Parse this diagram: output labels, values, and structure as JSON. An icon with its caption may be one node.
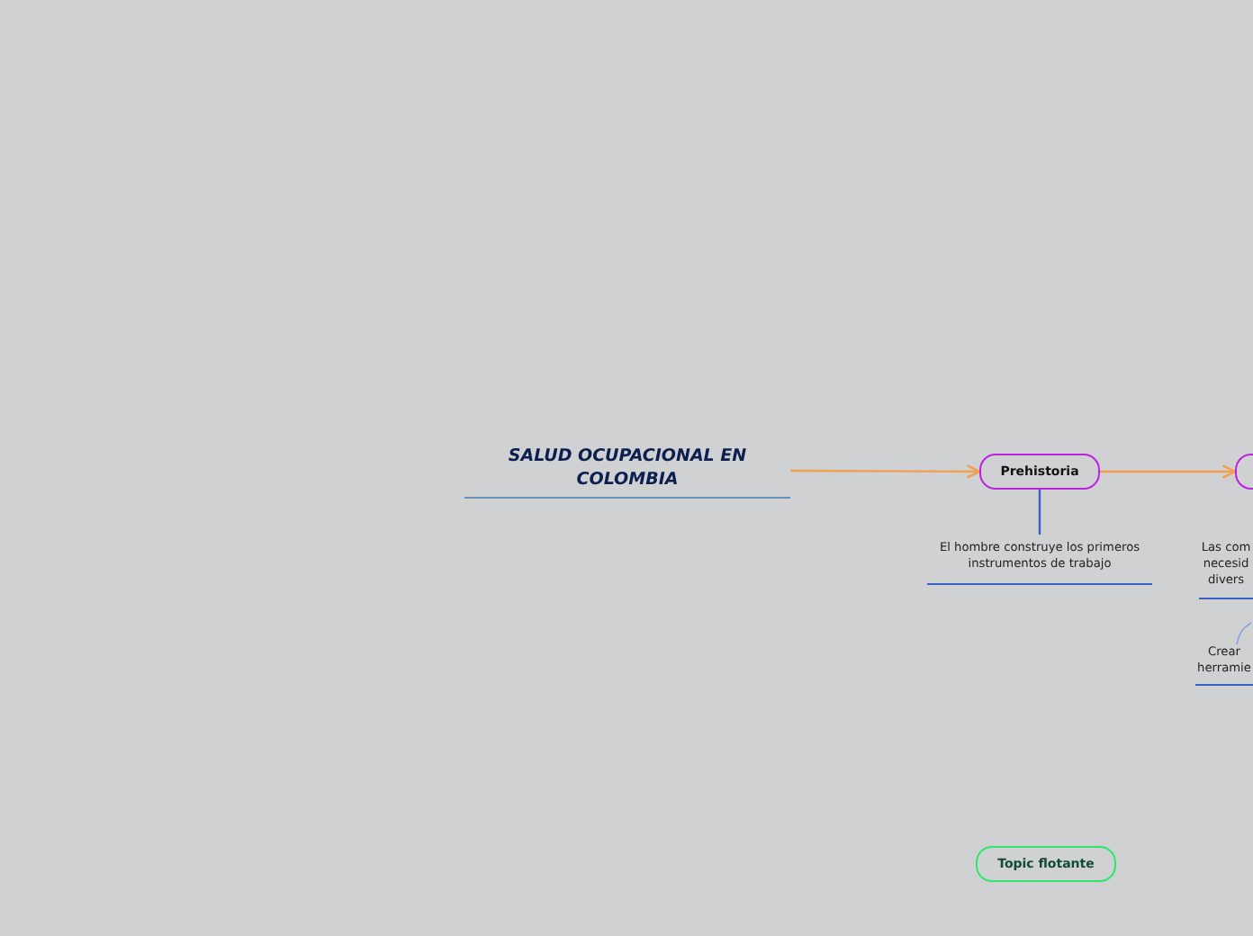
{
  "diagram": {
    "nodes": [
      {
        "text": [
          "SALUD OCUPACIONAL EN COLOMBIA"
        ]
      },
      {
        "text": [
          "Prehistoria"
        ]
      },
      {
        "text": [],
        "shape": "box"
      },
      {
        "text": [
          "El hombre construye los primeros instrumentos de trabajo"
        ]
      },
      {
        "text": [
          "Las com necesid divers"
        ]
      },
      {
        "text": [
          "Crear herramie"
        ]
      },
      {
        "text": [
          "Topic flotante"
        ]
      }
    ],
    "edges": [
      {
        "from": 0,
        "to": 1,
        "arrow": "to",
        "color": "#f0a050"
      },
      {
        "from": 1,
        "to": 2,
        "arrow": "to",
        "color": "#f0a050"
      },
      {
        "from": 1,
        "to": 3,
        "arrow": "none",
        "color": "#3d5fc8"
      },
      {
        "from": 4,
        "to": 5,
        "arrow": "none",
        "color": "#8aa0d8"
      }
    ]
  }
}
